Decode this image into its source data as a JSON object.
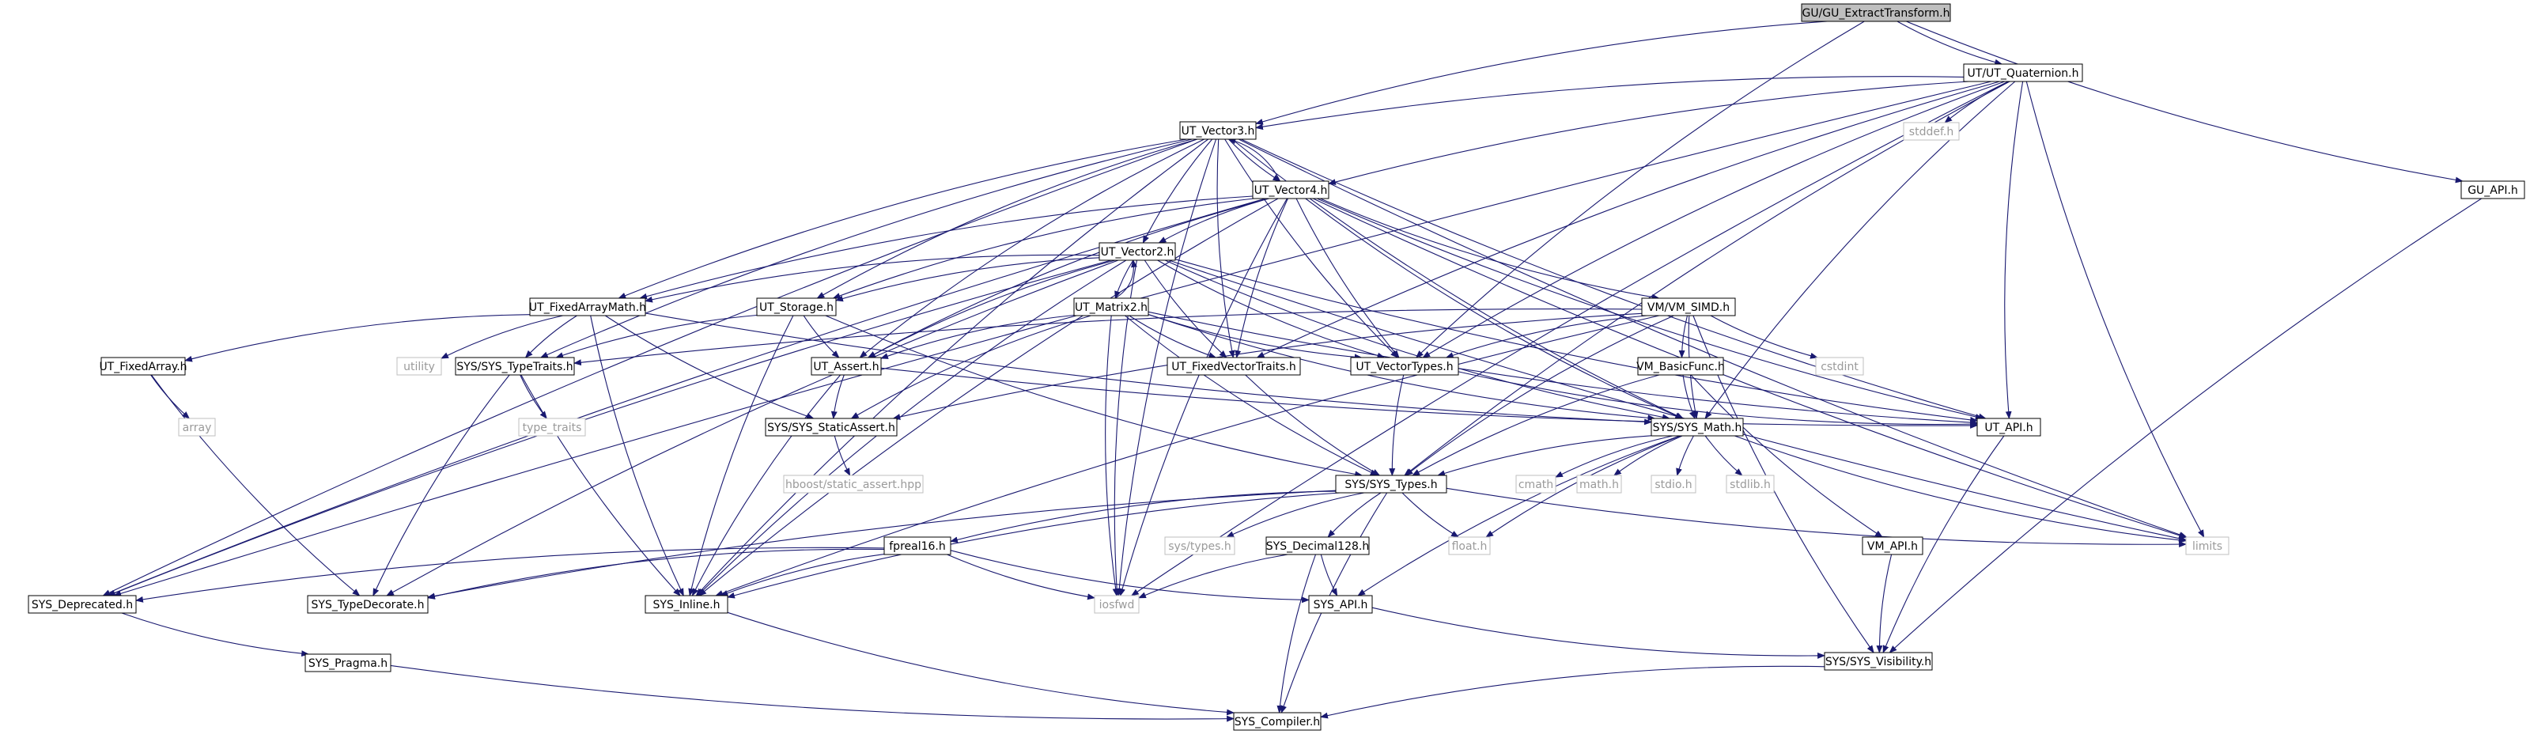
{
  "colors": {
    "edge": "#191970",
    "node_border": "#000000",
    "external_border": "#bfbfbf",
    "root_fill": "#bfbfbf"
  },
  "nodes": [
    {
      "id": "root",
      "label": "GU/GU_ExtractTransform.h",
      "kind": "root"
    },
    {
      "id": "quat",
      "label": "UT/UT_Quaternion.h",
      "kind": "local"
    },
    {
      "id": "guapi",
      "label": "GU_API.h",
      "kind": "local"
    },
    {
      "id": "stddef",
      "label": "stddef.h",
      "kind": "external"
    },
    {
      "id": "v3",
      "label": "UT_Vector3.h",
      "kind": "local"
    },
    {
      "id": "v4",
      "label": "UT_Vector4.h",
      "kind": "local"
    },
    {
      "id": "v2",
      "label": "UT_Vector2.h",
      "kind": "local"
    },
    {
      "id": "fam",
      "label": "UT_FixedArrayMath.h",
      "kind": "local"
    },
    {
      "id": "stor",
      "label": "UT_Storage.h",
      "kind": "local"
    },
    {
      "id": "mat2",
      "label": "UT_Matrix2.h",
      "kind": "local"
    },
    {
      "id": "simd",
      "label": "VM/VM_SIMD.h",
      "kind": "local"
    },
    {
      "id": "fa",
      "label": "UT_FixedArray.h",
      "kind": "local"
    },
    {
      "id": "utility",
      "label": "utility",
      "kind": "external"
    },
    {
      "id": "tt",
      "label": "SYS/SYS_TypeTraits.h",
      "kind": "local"
    },
    {
      "id": "assert",
      "label": "UT_Assert.h",
      "kind": "local"
    },
    {
      "id": "fvt",
      "label": "UT_FixedVectorTraits.h",
      "kind": "local"
    },
    {
      "id": "vt",
      "label": "UT_VectorTypes.h",
      "kind": "local"
    },
    {
      "id": "cstdint",
      "label": "cstdint",
      "kind": "external"
    },
    {
      "id": "array",
      "label": "array",
      "kind": "external"
    },
    {
      "id": "type_traits",
      "label": "type_traits",
      "kind": "external"
    },
    {
      "id": "sa",
      "label": "SYS/SYS_StaticAssert.h",
      "kind": "local"
    },
    {
      "id": "bf",
      "label": "VM_BasicFunc.h",
      "kind": "local"
    },
    {
      "id": "utapi",
      "label": "UT_API.h",
      "kind": "local"
    },
    {
      "id": "hboost",
      "label": "hboost/static_assert.hpp",
      "kind": "external"
    },
    {
      "id": "math",
      "label": "SYS/SYS_Math.h",
      "kind": "local"
    },
    {
      "id": "types",
      "label": "SYS/SYS_Types.h",
      "kind": "local"
    },
    {
      "id": "cmath",
      "label": "cmath",
      "kind": "external"
    },
    {
      "id": "mathh",
      "label": "math.h",
      "kind": "external"
    },
    {
      "id": "stdio",
      "label": "stdio.h",
      "kind": "external"
    },
    {
      "id": "stdlib",
      "label": "stdlib.h",
      "kind": "external"
    },
    {
      "id": "fp16",
      "label": "fpreal16.h",
      "kind": "local"
    },
    {
      "id": "systypes",
      "label": "sys/types.h",
      "kind": "external"
    },
    {
      "id": "dec",
      "label": "SYS_Decimal128.h",
      "kind": "local"
    },
    {
      "id": "float",
      "label": "float.h",
      "kind": "external"
    },
    {
      "id": "limits",
      "label": "limits",
      "kind": "external"
    },
    {
      "id": "vmapi",
      "label": "VM_API.h",
      "kind": "local"
    },
    {
      "id": "dep",
      "label": "SYS_Deprecated.h",
      "kind": "local"
    },
    {
      "id": "td",
      "label": "SYS_TypeDecorate.h",
      "kind": "local"
    },
    {
      "id": "inline",
      "label": "SYS_Inline.h",
      "kind": "local"
    },
    {
      "id": "iosfwd",
      "label": "iosfwd",
      "kind": "external"
    },
    {
      "id": "sysapi",
      "label": "SYS_API.h",
      "kind": "local"
    },
    {
      "id": "vis",
      "label": "SYS/SYS_Visibility.h",
      "kind": "local"
    },
    {
      "id": "pragma",
      "label": "SYS_Pragma.h",
      "kind": "local"
    },
    {
      "id": "compiler",
      "label": "SYS_Compiler.h",
      "kind": "local"
    }
  ],
  "edges": [
    [
      "root",
      "quat"
    ],
    [
      "root",
      "guapi"
    ],
    [
      "root",
      "v3"
    ],
    [
      "root",
      "vt"
    ],
    [
      "quat",
      "stddef"
    ],
    [
      "quat",
      "v3"
    ],
    [
      "quat",
      "v4"
    ],
    [
      "quat",
      "utapi"
    ],
    [
      "quat",
      "math"
    ],
    [
      "quat",
      "types"
    ],
    [
      "quat",
      "fvt"
    ],
    [
      "quat",
      "vt"
    ],
    [
      "quat",
      "limits"
    ],
    [
      "quat",
      "iosfwd"
    ],
    [
      "quat",
      "dep"
    ],
    [
      "guapi",
      "vis"
    ],
    [
      "v3",
      "v4"
    ],
    [
      "v3",
      "v2"
    ],
    [
      "v3",
      "fam"
    ],
    [
      "v3",
      "stor"
    ],
    [
      "v3",
      "assert"
    ],
    [
      "v3",
      "fvt"
    ],
    [
      "v3",
      "vt"
    ],
    [
      "v3",
      "utapi"
    ],
    [
      "v3",
      "math"
    ],
    [
      "v3",
      "tt"
    ],
    [
      "v3",
      "limits"
    ],
    [
      "v3",
      "iosfwd"
    ],
    [
      "v3",
      "inline"
    ],
    [
      "v3",
      "dep"
    ],
    [
      "v4",
      "v3"
    ],
    [
      "v4",
      "v2"
    ],
    [
      "v4",
      "fam"
    ],
    [
      "v4",
      "stor"
    ],
    [
      "v4",
      "assert"
    ],
    [
      "v4",
      "fvt"
    ],
    [
      "v4",
      "vt"
    ],
    [
      "v4",
      "utapi"
    ],
    [
      "v4",
      "math"
    ],
    [
      "v4",
      "simd"
    ],
    [
      "v4",
      "limits"
    ],
    [
      "v4",
      "iosfwd"
    ],
    [
      "v4",
      "inline"
    ],
    [
      "v4",
      "dep"
    ],
    [
      "v2",
      "mat2"
    ],
    [
      "v2",
      "fam"
    ],
    [
      "v2",
      "stor"
    ],
    [
      "v2",
      "assert"
    ],
    [
      "v2",
      "fvt"
    ],
    [
      "v2",
      "vt"
    ],
    [
      "v2",
      "utapi"
    ],
    [
      "v2",
      "math"
    ],
    [
      "v2",
      "limits"
    ],
    [
      "v2",
      "iosfwd"
    ],
    [
      "v2",
      "inline"
    ],
    [
      "v2",
      "dep"
    ],
    [
      "v2",
      "td"
    ],
    [
      "mat2",
      "v2"
    ],
    [
      "mat2",
      "assert"
    ],
    [
      "mat2",
      "fvt"
    ],
    [
      "mat2",
      "vt"
    ],
    [
      "mat2",
      "math"
    ],
    [
      "mat2",
      "types"
    ],
    [
      "mat2",
      "sa"
    ],
    [
      "mat2",
      "utapi"
    ],
    [
      "mat2",
      "iosfwd"
    ],
    [
      "fam",
      "fa"
    ],
    [
      "fam",
      "tt"
    ],
    [
      "fam",
      "sa"
    ],
    [
      "fam",
      "math"
    ],
    [
      "fam",
      "utility"
    ],
    [
      "fam",
      "inline"
    ],
    [
      "fa",
      "array"
    ],
    [
      "fa",
      "td"
    ],
    [
      "stor",
      "assert"
    ],
    [
      "stor",
      "tt"
    ],
    [
      "stor",
      "types"
    ],
    [
      "stor",
      "inline"
    ],
    [
      "simd",
      "bf"
    ],
    [
      "simd",
      "math"
    ],
    [
      "simd",
      "types"
    ],
    [
      "simd",
      "cstdint"
    ],
    [
      "simd",
      "vis"
    ],
    [
      "simd",
      "sa"
    ],
    [
      "simd",
      "tt"
    ],
    [
      "simd",
      "inline"
    ],
    [
      "simd",
      "vt"
    ],
    [
      "tt",
      "type_traits"
    ],
    [
      "tt",
      "inline"
    ],
    [
      "tt",
      "td"
    ],
    [
      "assert",
      "sa"
    ],
    [
      "assert",
      "utapi"
    ],
    [
      "assert",
      "inline"
    ],
    [
      "sa",
      "hboost"
    ],
    [
      "fvt",
      "types"
    ],
    [
      "vt",
      "types"
    ],
    [
      "vt",
      "utapi"
    ],
    [
      "bf",
      "math"
    ],
    [
      "bf",
      "vmapi"
    ],
    [
      "bf",
      "types"
    ],
    [
      "utapi",
      "vis"
    ],
    [
      "math",
      "types"
    ],
    [
      "math",
      "cmath"
    ],
    [
      "math",
      "mathh"
    ],
    [
      "math",
      "stdio"
    ],
    [
      "math",
      "stdlib"
    ],
    [
      "math",
      "float"
    ],
    [
      "math",
      "limits"
    ],
    [
      "math",
      "sysapi"
    ],
    [
      "types",
      "fp16"
    ],
    [
      "types",
      "systypes"
    ],
    [
      "types",
      "dec"
    ],
    [
      "types",
      "float"
    ],
    [
      "types",
      "limits"
    ],
    [
      "types",
      "inline"
    ],
    [
      "types",
      "td"
    ],
    [
      "types",
      "compiler"
    ],
    [
      "fp16",
      "dep"
    ],
    [
      "fp16",
      "td"
    ],
    [
      "fp16",
      "inline"
    ],
    [
      "fp16",
      "iosfwd"
    ],
    [
      "fp16",
      "sysapi"
    ],
    [
      "dec",
      "iosfwd"
    ],
    [
      "dec",
      "sysapi"
    ],
    [
      "dec",
      "compiler"
    ],
    [
      "vmapi",
      "vis"
    ],
    [
      "dep",
      "pragma"
    ],
    [
      "inline",
      "compiler"
    ],
    [
      "sysapi",
      "vis"
    ],
    [
      "vis",
      "compiler"
    ],
    [
      "pragma",
      "compiler"
    ]
  ]
}
